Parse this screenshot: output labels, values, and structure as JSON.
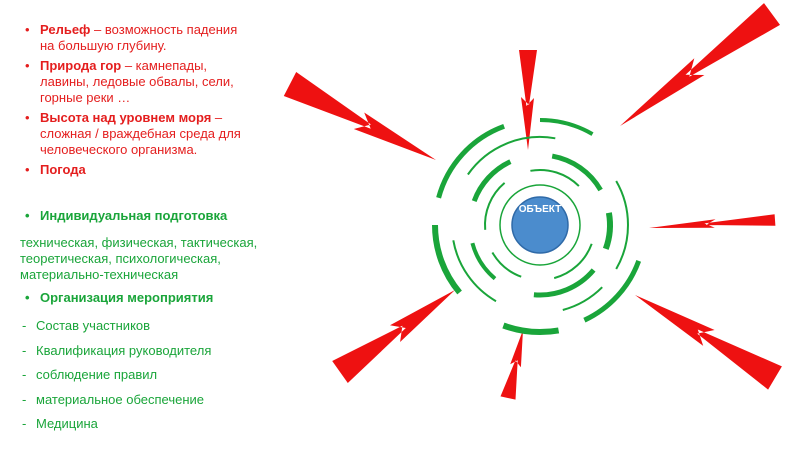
{
  "colors": {
    "threat": "#ee1111",
    "protection": "#1aa53a",
    "object_fill": "#4b8ccd",
    "object_stroke": "#2f6aa8",
    "risk_text": "#e41e1e"
  },
  "risks": [
    {
      "title": "Рельеф",
      "text": " – возможность падения на большую глубину."
    },
    {
      "title": "Природа гор",
      "text": " – камнепады, лавины, ледовые обвалы, сели, горные реки …"
    },
    {
      "title": "Высота над уровнем моря",
      "text": " – сложная / враждебная среда для человеческого организма."
    },
    {
      "title": "Погода",
      "text": ""
    }
  ],
  "preparation": {
    "title": "Индивидуальная подготовка",
    "description": "техническая, физическая, тактическая, теоретическая, психологическая, материально-техническая"
  },
  "organization": {
    "title": "Организация мероприятия",
    "items": [
      "Состав участников",
      "Квалификация руководителя",
      "соблюдение правил",
      "материальное обеспечение",
      "Медицина"
    ]
  },
  "center": {
    "label": "ОБЪЕКТ"
  }
}
